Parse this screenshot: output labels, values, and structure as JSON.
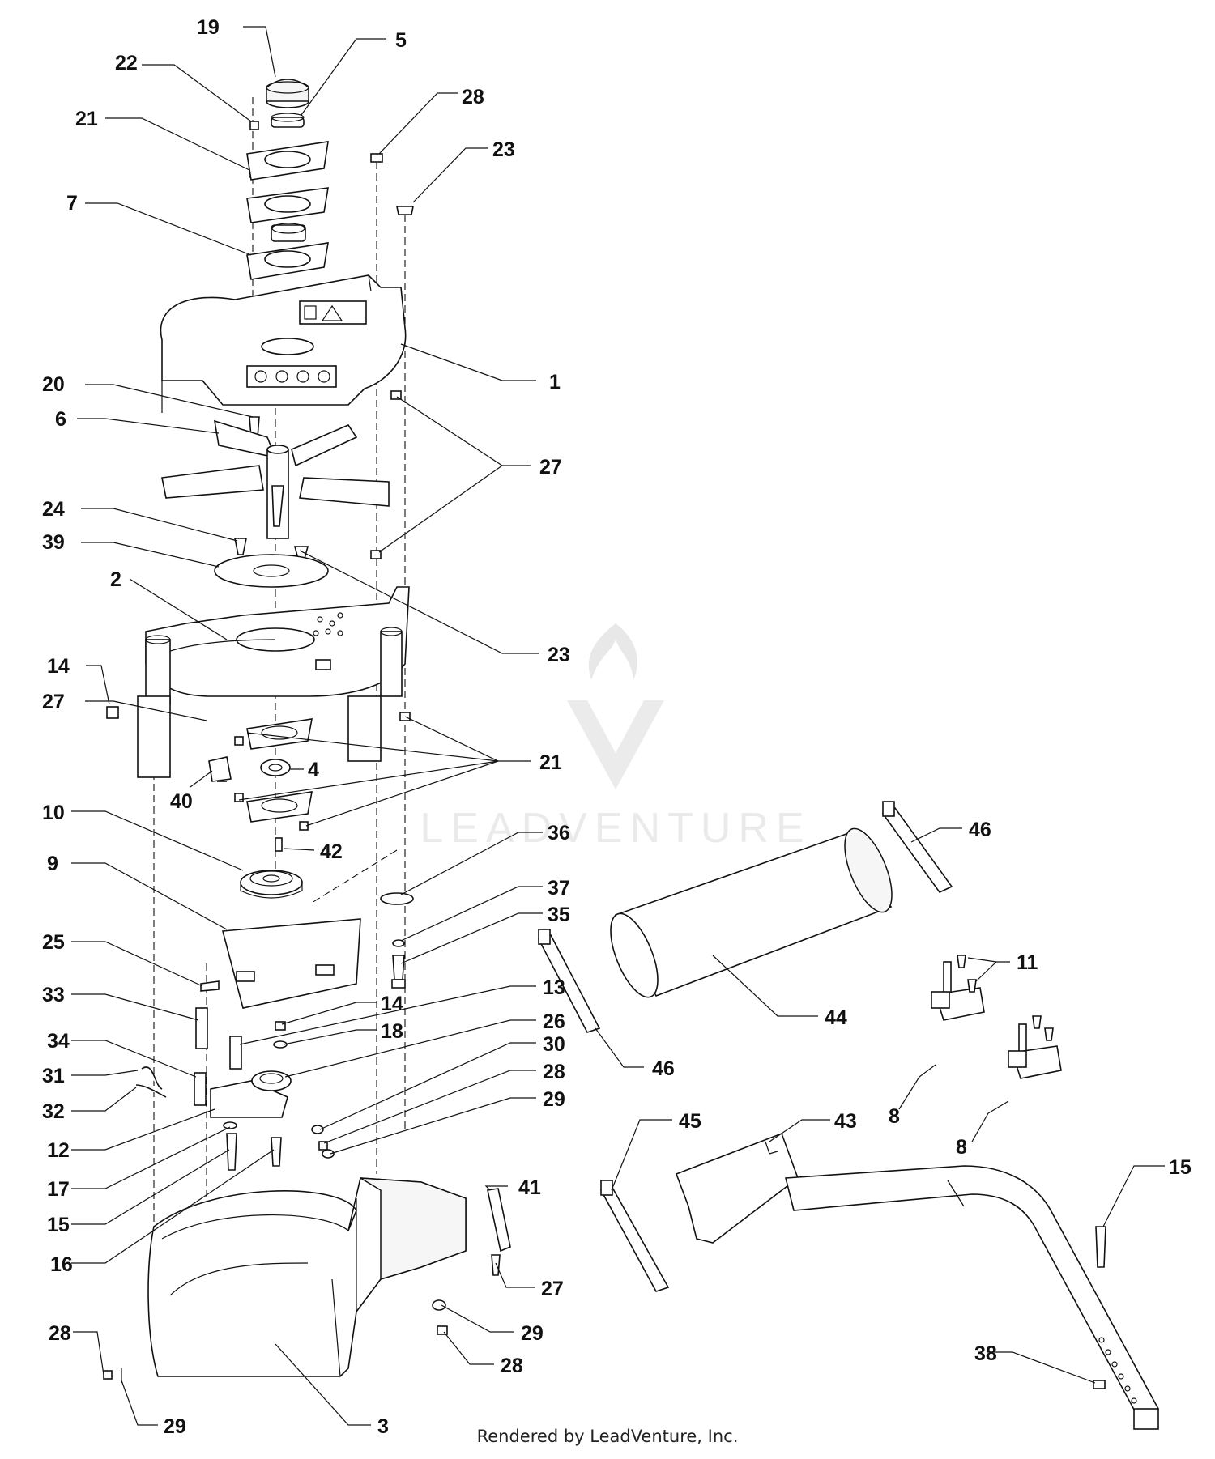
{
  "diagram": {
    "callouts": {
      "c19": "19",
      "c22": "22",
      "c5": "5",
      "c21a": "21",
      "c7": "7",
      "c28a": "28",
      "c23a": "23",
      "c1": "1",
      "c20": "20",
      "c6": "6",
      "c27a": "27",
      "c24": "24",
      "c39": "39",
      "c2": "2",
      "c23b": "23",
      "c14a": "14",
      "c27b": "27",
      "c21b": "21",
      "c4": "4",
      "c40": "40",
      "c10": "10",
      "c42": "42",
      "c36": "36",
      "c9": "9",
      "c37": "37",
      "c35": "35",
      "c25": "25",
      "c33": "33",
      "c13": "13",
      "c14b": "14",
      "c18": "18",
      "c26": "26",
      "c34": "34",
      "c30": "30",
      "c31": "31",
      "c28b": "28",
      "c32": "32",
      "c29a": "29",
      "c12": "12",
      "c17": "17",
      "c15a": "15",
      "c16": "16",
      "c41": "41",
      "c27c": "27",
      "c29b": "29",
      "c28c": "28",
      "c28d": "28",
      "c29c": "29",
      "c3": "3",
      "c46a": "46",
      "c11": "11",
      "c44": "44",
      "c46b": "46",
      "c8a": "8",
      "c8b": "8",
      "c45": "45",
      "c43": "43",
      "c15b": "15",
      "c38": "38"
    },
    "icons": {
      "warning_decal_icon": "warning-decal-icon",
      "safety_decal_icon": "safety-decal-icon",
      "watermark_logo": "leadventure-logo"
    },
    "watermark_text": "LEADVENTURE",
    "footer": "Rendered by LeadVenture, Inc."
  }
}
